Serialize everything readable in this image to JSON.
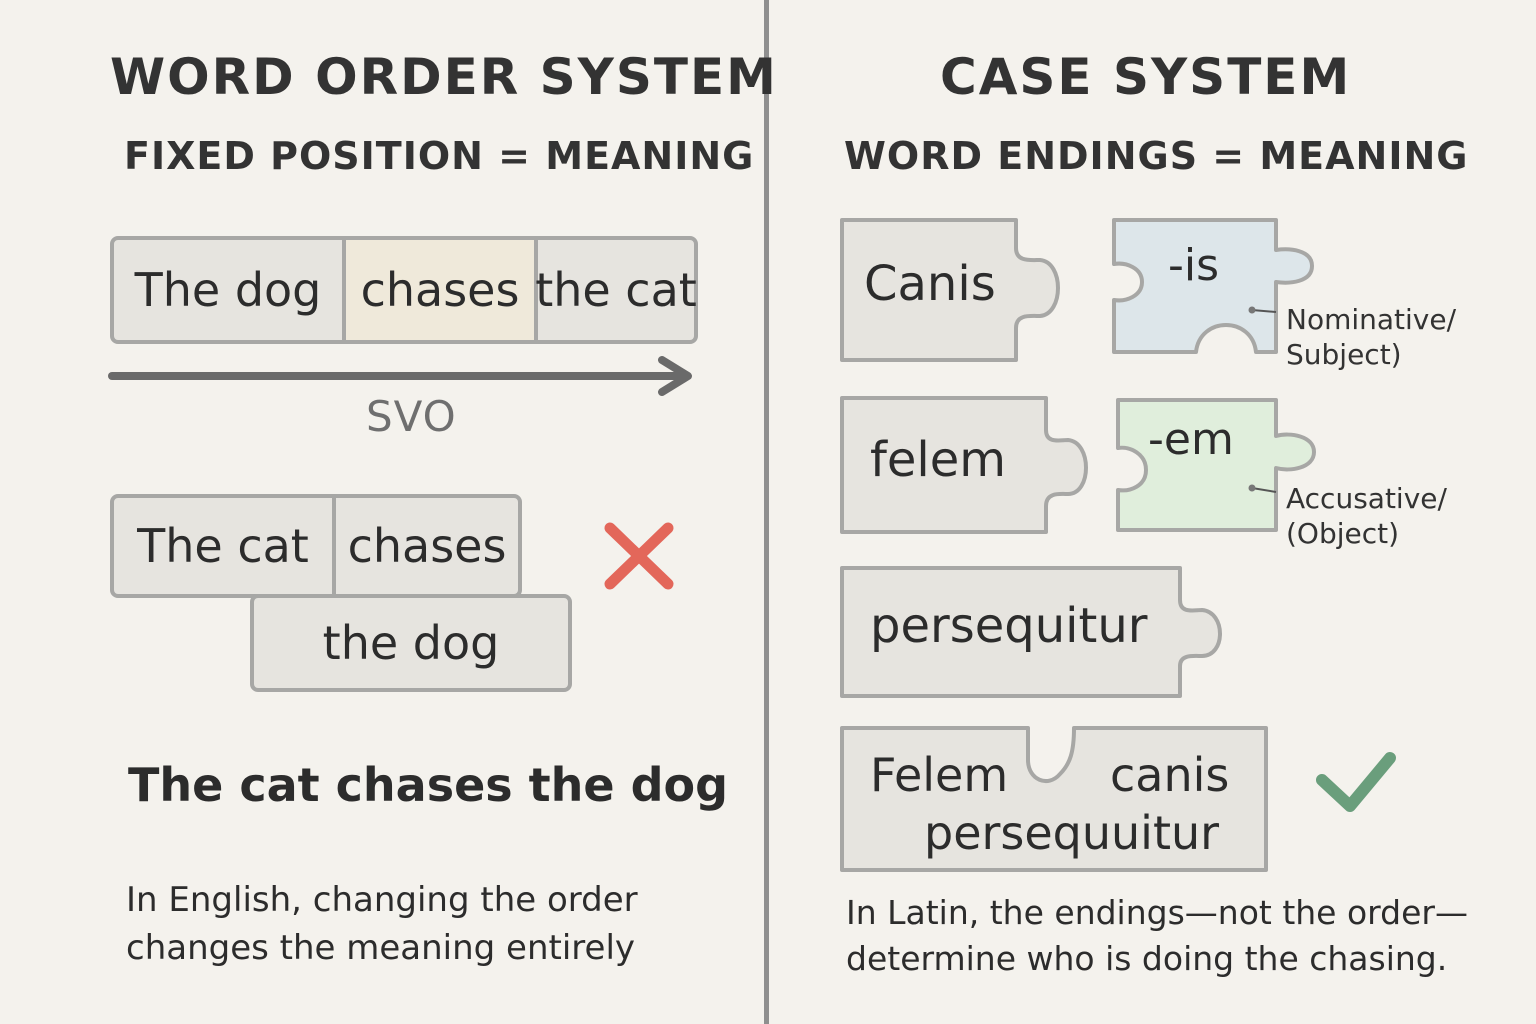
{
  "left": {
    "title": "WORD ORDER SYSTEM",
    "subtitle": "FIXED POSITION = MEANING",
    "correct_sentence": [
      "The dog",
      "chases",
      "the cat"
    ],
    "order_label": "SVO",
    "swapped_top": [
      "The cat",
      "chases"
    ],
    "swapped_bottom": "the dog",
    "wrong_mark_color": "#e3675a",
    "result_sentence": "The cat chases the dog",
    "note_line1": "In English, changing the order",
    "note_line2": "changes the meaning entirely"
  },
  "right": {
    "title": "CASE SYSTEM",
    "subtitle": "WORD ENDINGS = MEANING",
    "word1": "Canis",
    "ending1": "-is",
    "ending1_label_line1": "Nominative/",
    "ending1_label_line2": "Subject)",
    "ending1_color": "#dde6ea",
    "word2": "felem",
    "ending2": "-em",
    "ending2_label_line1": "Accusative/",
    "ending2_label_line2": "(Object)",
    "ending2_color": "#e0eedc",
    "verb": "persequitur",
    "combined_word1": "Felem",
    "combined_word2": "canis",
    "combined_word3": "persequuitur",
    "correct_mark_color": "#6a9e7c",
    "note_line1": "In Latin, the endings—not the order—",
    "note_line2": "determine who is doing the chasing."
  },
  "colors": {
    "background": "#f4f2ed",
    "divider": "#8f8f8f",
    "highlight_verb": "#efe9da"
  }
}
